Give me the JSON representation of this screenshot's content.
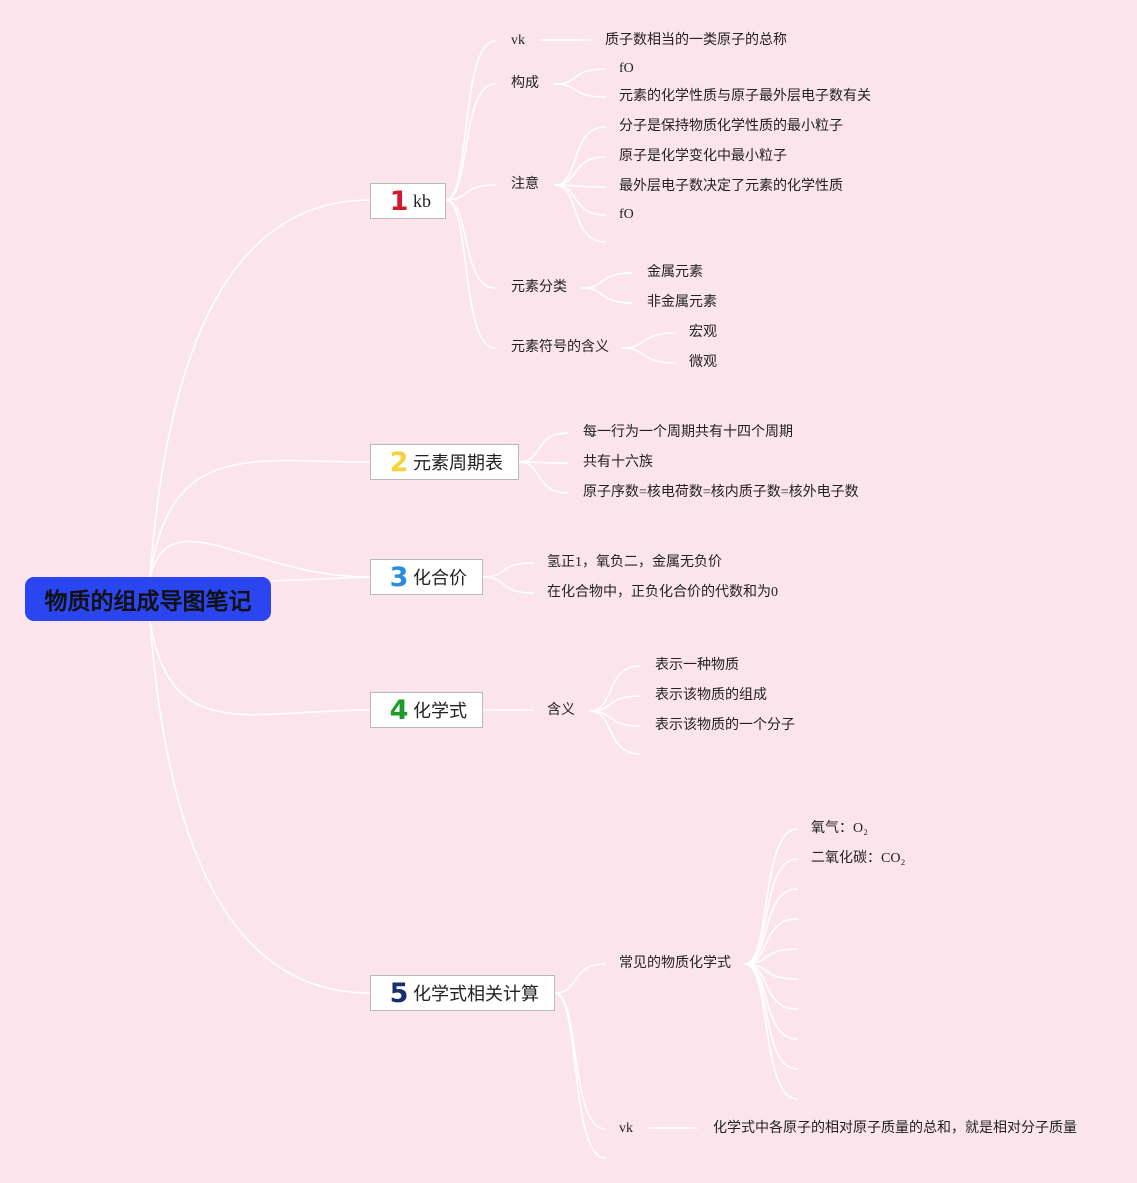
{
  "root": {
    "label": "物质的组成导图笔记"
  },
  "colors": {
    "background": "#fbe4ec",
    "root_fill": "#2b46f0",
    "num1": "#d2192c",
    "num2": "#f7d23c",
    "num3": "#2a8de0",
    "num4": "#1d9a2a",
    "num5": "#182c6e",
    "line": "#ffffff"
  },
  "branches": [
    {
      "num": "1",
      "label": "kb",
      "children": [
        {
          "label": "vk",
          "children": [
            "质子数相当的一类原子的总称"
          ]
        },
        {
          "label": "构成",
          "children": [
            "fO",
            "元素的化学性质与原子最外层电子数有关"
          ]
        },
        {
          "label": "注意",
          "children": [
            "分子是保持物质化学性质的最小粒子",
            "原子是化学变化中最小粒子",
            "最外层电子数决定了元素的化学性质",
            "fO",
            ""
          ]
        },
        {
          "label": "元素分类",
          "children": [
            "金属元素",
            "非金属元素"
          ]
        },
        {
          "label": "元素符号的含义",
          "children": [
            "宏观",
            "微观"
          ]
        }
      ]
    },
    {
      "num": "2",
      "label": "元素周期表",
      "children": [
        "每一行为一个周期共有十四个周期",
        "共有十六族",
        "原子序数=核电荷数=核内质子数=核外电子数"
      ]
    },
    {
      "num": "3",
      "label": "化合价",
      "children": [
        "氢正1，氧负二，金属无负价",
        "在化合物中，正负化合价的代数和为0"
      ]
    },
    {
      "num": "4",
      "label": "化学式",
      "children": [
        {
          "label": "含义",
          "children": [
            "表示一种物质",
            "表示该物质的组成",
            "表示该物质的一个分子",
            ""
          ]
        }
      ]
    },
    {
      "num": "5",
      "label": "化学式相关计算",
      "children": [
        {
          "label": "常见的物质化学式",
          "children": [
            "氧气：O₂",
            "二氧化碳：CO₂",
            "",
            "",
            "",
            "",
            "",
            "",
            "",
            ""
          ]
        },
        {
          "label": "vk",
          "children": [
            "化学式中各原子的相对原子质量的总和，就是相对分子质量"
          ]
        },
        {
          "label": "",
          "children": []
        }
      ]
    }
  ]
}
